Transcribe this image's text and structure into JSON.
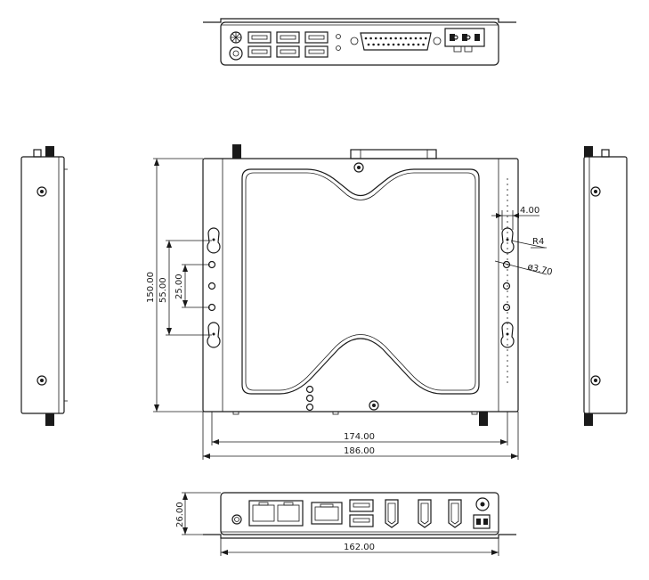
{
  "dimensions": {
    "overall_height": "150.00",
    "hole_spacing_outer": "55.00",
    "hole_spacing_inner": "25.00",
    "offset": "4.00",
    "radius": "R4",
    "hole_diameter": "ø3.70",
    "inner_width": "174.00",
    "outer_width": "186.00",
    "front_height": "26.00",
    "front_width": "162.00"
  },
  "icons": {
    "ethernet": "rj45-port-icon",
    "usb": "usb-port-icon",
    "hdmi": "hdmi-port-icon",
    "dc_in": "dc-jack-icon",
    "serial": "db-connector-icon",
    "screw": "screw-hole-icon"
  }
}
